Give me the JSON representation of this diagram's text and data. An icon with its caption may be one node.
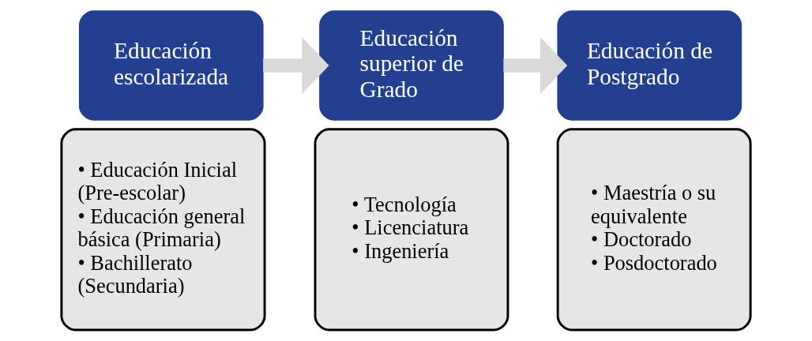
{
  "diagram": {
    "nodes": [
      {
        "text": [
          "Educación escolarizada"
        ]
      },
      {
        "text": [
          "• Educación Inicial (Pre-escolar)",
          "• Educación general básica (Primaria)",
          "• Bachillerato (Secundaria)"
        ]
      },
      {
        "text": [
          "Educación superior de Grado"
        ]
      },
      {
        "text": [
          "• Tecnología",
          "• Licenciatura",
          "• Ingeniería"
        ]
      },
      {
        "text": [
          "Educación de Postgrado"
        ]
      },
      {
        "text": [
          "• Maestría o su equivalente",
          "• Doctorado",
          "• Posdoctorado"
        ]
      }
    ],
    "edges": [
      {
        "from": 0,
        "to": 2,
        "arrow": "to"
      },
      {
        "from": 2,
        "to": 4,
        "arrow": "to"
      }
    ]
  }
}
